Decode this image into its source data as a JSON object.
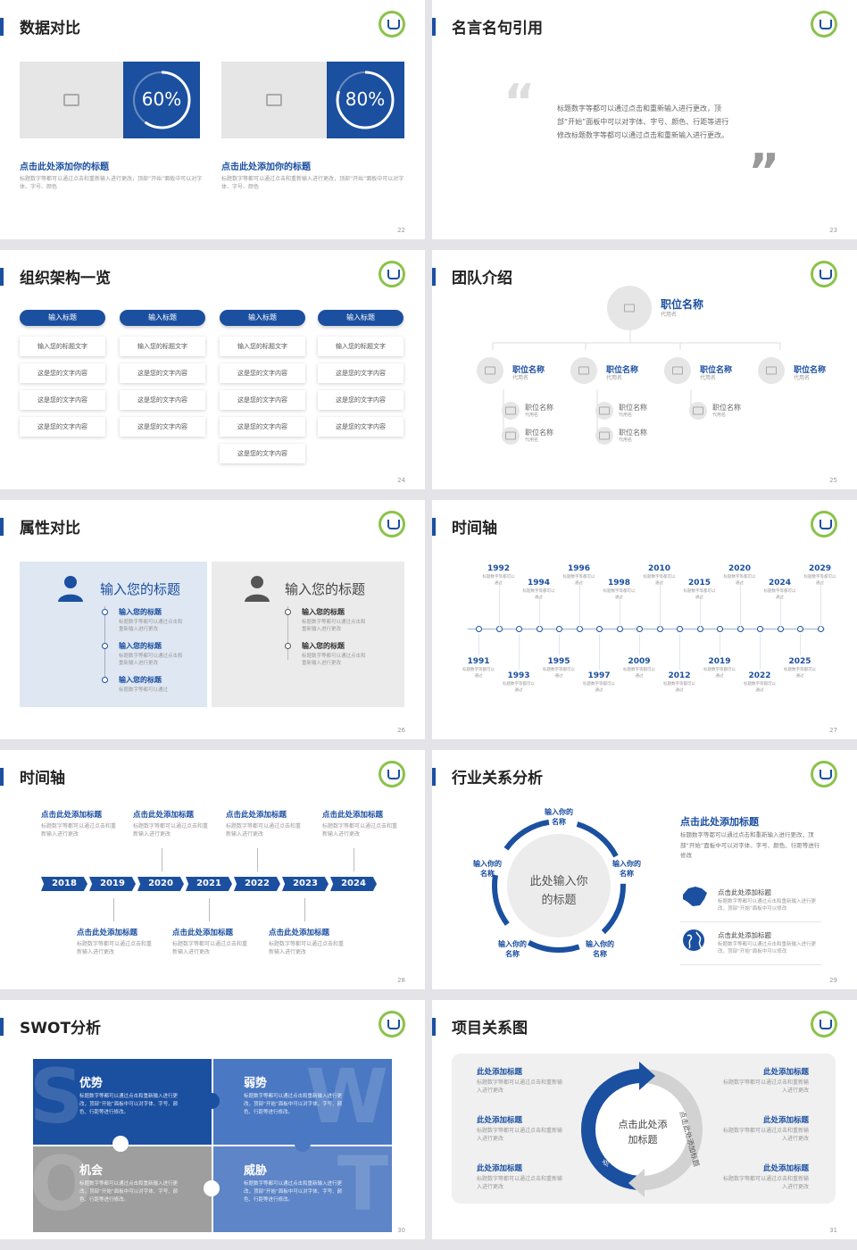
{
  "s22": {
    "title": "数据对比",
    "page": "22",
    "cards": [
      {
        "pct": "60%",
        "value": 60,
        "heading": "点击此处添加你的标题",
        "body": "标题数字等都可以通过点击和重新输入进行更改，顶部“开始”面板中可以对字体、字号、颜色"
      },
      {
        "pct": "80%",
        "value": 80,
        "heading": "点击此处添加你的标题",
        "body": "标题数字等都可以通过点击和重新输入进行更改，顶部“开始”面板中可以对字体、字号、颜色"
      }
    ]
  },
  "s23": {
    "title": "名言名句引用",
    "page": "23",
    "quote": "标题数字等都可以通过点击和重新输入进行更改，顶部“开始”面板中可以对字体、字号、颜色、行距等进行修改标题数字等都可以通过点击和重新输入进行更改。"
  },
  "s24": {
    "title": "组织架构一览",
    "page": "24",
    "columns": [
      {
        "header": "输入标题",
        "items": [
          "输入您的标题文字",
          "这是您的文字内容",
          "这是您的文字内容",
          "这是您的文字内容"
        ]
      },
      {
        "header": "输入标题",
        "items": [
          "输入您的标题文字",
          "这是您的文字内容",
          "这是您的文字内容",
          "这是您的文字内容"
        ]
      },
      {
        "header": "输入标题",
        "items": [
          "输入您的标题文字",
          "这是您的文字内容",
          "这是您的文字内容",
          "这是您的文字内容",
          "这是您的文字内容"
        ]
      },
      {
        "header": "输入标题",
        "items": [
          "输入您的标题文字",
          "这是您的文字内容",
          "这是您的文字内容",
          "这是您的文字内容"
        ]
      }
    ]
  },
  "s25": {
    "title": "团队介绍",
    "page": "25",
    "top": {
      "name": "职位名称",
      "sub": "代用名"
    },
    "level2": [
      {
        "name": "职位名称",
        "sub": "代用名"
      },
      {
        "name": "职位名称",
        "sub": "代用名"
      },
      {
        "name": "职位名称",
        "sub": "代用名"
      },
      {
        "name": "职位名称",
        "sub": "代用名"
      }
    ],
    "level3_label": "职位名称",
    "level3_sub": "代用名"
  },
  "s26": {
    "title": "属性对比",
    "page": "26",
    "left": {
      "heading": "输入您的标题",
      "items": [
        {
          "t": "输入您的标题",
          "b": "标题数字等都可以通过点击和重新输入进行更改"
        },
        {
          "t": "输入您的标题",
          "b": "标题数字等都可以通过点击和重新输入进行更改"
        },
        {
          "t": "输入您的标题",
          "b": "标题数字等都可以通过"
        }
      ]
    },
    "right": {
      "heading": "输入您的标题",
      "items": [
        {
          "t": "输入您的标题",
          "b": "标题数字等都可以通过点击和重新输入进行更改"
        },
        {
          "t": "输入您的标题",
          "b": "标题数字等都可以通过点击和重新输入进行更改"
        }
      ]
    }
  },
  "s27": {
    "title": "时间轴",
    "page": "27",
    "desc": "标题数字等都可以通过",
    "top_years": [
      "1992",
      "1994",
      "1996",
      "1998",
      "2010",
      "2015",
      "2020",
      "2024",
      "2029"
    ],
    "bottom_years": [
      "1991",
      "1993",
      "1995",
      "1997",
      "2009",
      "2012",
      "2019",
      "2022",
      "2025"
    ]
  },
  "s28": {
    "title": "时间轴",
    "page": "28",
    "years": [
      "2018",
      "2019",
      "2020",
      "2021",
      "2022",
      "2023",
      "2024"
    ],
    "top": [
      {
        "t": "点击此处添加标题",
        "b": "标题数字等都可以通过点击和重新输入进行更改"
      },
      {
        "t": "点击此处添加标题",
        "b": "标题数字等都可以通过点击和重新输入进行更改"
      },
      {
        "t": "点击此处添加标题",
        "b": "标题数字等都可以通过点击和重新输入进行更改"
      },
      {
        "t": "点击此处添加标题",
        "b": "标题数字等都可以通过点击和重新输入进行更改"
      }
    ],
    "bottom": [
      {
        "t": "点击此处添加标题",
        "b": "标题数字等都可以通过点击和重新输入进行更改"
      },
      {
        "t": "点击此处添加标题",
        "b": "标题数字等都可以通过点击和重新输入进行更改"
      },
      {
        "t": "点击此处添加标题",
        "b": "标题数字等都可以通过点击和重新输入进行更改"
      }
    ]
  },
  "s29": {
    "title": "行业关系分析",
    "page": "29",
    "center": "此处输入你的标题",
    "nodes": [
      "输入你的名称",
      "输入你的名称",
      "输入你的名称",
      "输入你的名称",
      "输入你的名称"
    ],
    "heading": "点击此处添加标题",
    "body": "标题数字等都可以通过点击和重新输入进行更改，顶部“开始”面板中可以对字体、字号、颜色、行距等进行修改",
    "items": [
      {
        "t": "点击此处添加标题",
        "b": "标题数字等都可以通过点击和重新输入进行更改，顶部“开始”面板中可以修改"
      },
      {
        "t": "点击此处添加标题",
        "b": "标题数字等都可以通过点击和重新输入进行更改，顶部“开始”面板中可以修改"
      }
    ]
  },
  "s30": {
    "title": "SWOT分析",
    "page": "30",
    "quads": [
      {
        "letter": "S",
        "name": "优势",
        "b": "标题数字等都可以通过点击和重新输入进行更改，顶部“开始”面板中可以对字体、字号、颜色、行距等进行修改。"
      },
      {
        "letter": "W",
        "name": "弱势",
        "b": "标题数字等都可以通过点击和重新输入进行更改，顶部“开始”面板中可以对字体、字号、颜色、行距等进行修改。"
      },
      {
        "letter": "O",
        "name": "机会",
        "b": "标题数字等都可以通过点击和重新输入进行更改，顶部“开始”面板中可以对字体、字号、颜色、行距等进行修改。"
      },
      {
        "letter": "T",
        "name": "威胁",
        "b": "标题数字等都可以通过点击和重新输入进行更改，顶部“开始”面板中可以对字体、字号、颜色、行距等进行修改。"
      }
    ],
    "colors": {
      "s": "#1b4fa0",
      "w": "#4a78c2",
      "o": "#9e9e9e",
      "t": "#5d85c7"
    }
  },
  "s31": {
    "title": "项目关系图",
    "page": "31",
    "center": "点击此处添加标题",
    "arc_left": "点击此处添加标题",
    "arc_right": "点击此处添加标题",
    "left": [
      {
        "t": "此处添加标题",
        "b": "标题数字等都可以通过点击和重新输入进行更改"
      },
      {
        "t": "此处添加标题",
        "b": "标题数字等都可以通过点击和重新输入进行更改"
      },
      {
        "t": "此处添加标题",
        "b": "标题数字等都可以通过点击和重新输入进行更改"
      }
    ],
    "right": [
      {
        "t": "此处添加标题",
        "b": "标题数字等都可以通过点击和重新输入进行更改"
      },
      {
        "t": "此处添加标题",
        "b": "标题数字等都可以通过点击和重新输入进行更改"
      },
      {
        "t": "此处添加标题",
        "b": "标题数字等都可以通过点击和重新输入进行更改"
      }
    ]
  }
}
